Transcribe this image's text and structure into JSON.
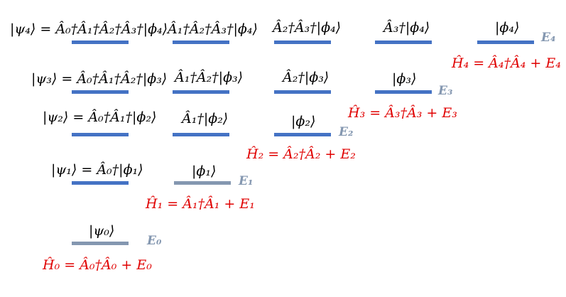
{
  "colors": {
    "level_blue": "#4472c4",
    "level_gray": "#8497b0",
    "energy_label": "#8497b0",
    "hamiltonian": "#e00000"
  },
  "states": {
    "psi4": "|ψ₄⟩ = Â₀†Â₁†Â₂†Â₃†|ϕ₄⟩",
    "psi4_b": "Â₁†Â₂†Â₃†|ϕ₄⟩",
    "psi4_c": "Â₂†Â₃†|ϕ₄⟩",
    "psi4_d": "Â₃†|ϕ₄⟩",
    "phi4": "|ϕ₄⟩",
    "psi3": "|ψ₃⟩ = Â₀†Â₁†Â₂†|ϕ₃⟩",
    "psi3_b": "Â₁†Â₂†|ϕ₃⟩",
    "psi3_c": "Â₂†|ϕ₃⟩",
    "phi3": "|ϕ₃⟩",
    "psi2": "|ψ₂⟩ = Â₀†Â₁†|ϕ₂⟩",
    "psi2_b": "Â₁†|ϕ₂⟩",
    "phi2": "|ϕ₂⟩",
    "psi1": "|ψ₁⟩ = Â₀†|ϕ₁⟩",
    "phi1": "|ϕ₁⟩",
    "psi0": "|ψ₀⟩"
  },
  "energies": {
    "e4": "E₄",
    "e3": "E₃",
    "e2": "E₂",
    "e1": "E₁",
    "e0": "E₀"
  },
  "hamiltonians": {
    "h4": "Ĥ₄ = Â₄†Â₄ + E₄",
    "h3": "Ĥ₃ = Â₃†Â₃ + E₃",
    "h2": "Ĥ₂ = Â₂†Â₂ + E₂",
    "h1": "Ĥ₁ = Â₁†Â₁ + E₁",
    "h0": "Ĥ₀ = Â₀†Â₀ + E₀"
  }
}
